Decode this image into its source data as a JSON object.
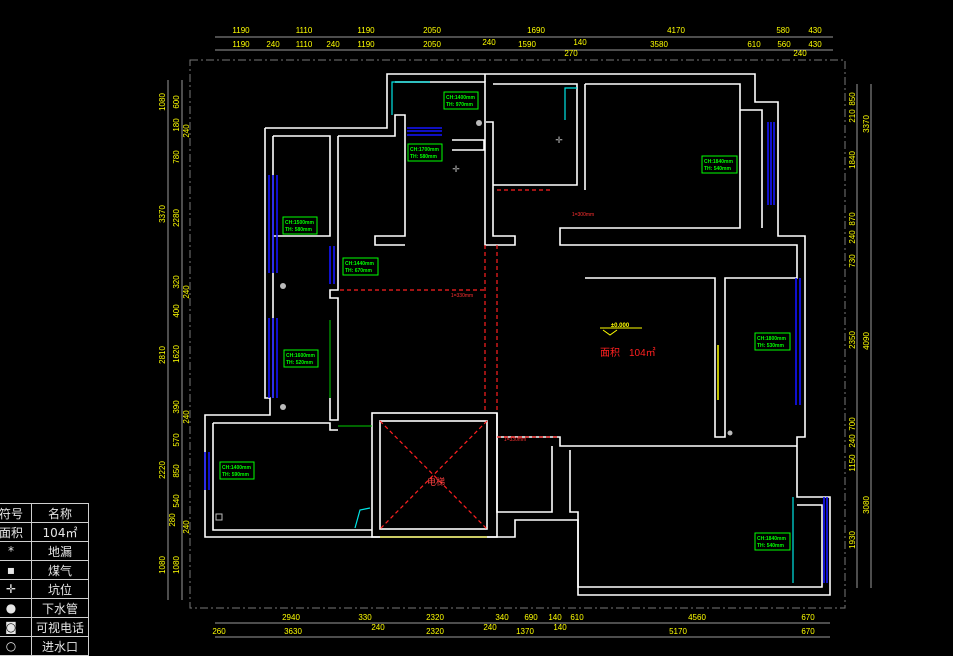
{
  "dims": {
    "top_row1": [
      "1190",
      "1110",
      "1190",
      "2050",
      "1690",
      "4170",
      "580",
      "430"
    ],
    "top_row2": [
      "1190",
      "240",
      "1110",
      "240",
      "1190",
      "2050",
      "240",
      "1590",
      "140",
      "3580",
      "610",
      "560",
      "430"
    ],
    "top_row3": [
      "270",
      "240"
    ],
    "bottom_row1": [
      "2940",
      "330",
      "2320",
      "340",
      "690",
      "140",
      "610",
      "4560",
      "670"
    ],
    "bottom_row2": [
      "260",
      "3630",
      "240",
      "2320",
      "240",
      "1370",
      "140",
      "5170",
      "670"
    ],
    "left_outer": [
      "1080",
      "3370",
      "2810",
      "2220",
      "1080"
    ],
    "left_inner": [
      "600",
      "180",
      "240",
      "780",
      "2280",
      "320",
      "240",
      "400",
      "1620",
      "390",
      "240",
      "570",
      "850",
      "540",
      "280",
      "240",
      "1080"
    ],
    "right_inner": [
      "850",
      "210",
      "1840",
      "870",
      "240",
      "730",
      "2350",
      "700",
      "240",
      "1150",
      "1930"
    ],
    "right_outer": [
      "3370",
      "4090",
      "3080"
    ]
  },
  "plan": {
    "area_label": "面积",
    "area_value": "104㎡",
    "elevator_label": "电梯",
    "level_mark": "±0.000",
    "spans": [
      "1=330mm",
      "1=300mm",
      "1=330mm"
    ]
  },
  "windows": [
    {
      "ch": "CH:1400mm",
      "th": "TH: 970mm"
    },
    {
      "ch": "CH:1700mm",
      "th": "TH: 580mm"
    },
    {
      "ch": "CH:1500mm",
      "th": "TH: 580mm"
    },
    {
      "ch": "CH:1440mm",
      "th": "TH: 670mm"
    },
    {
      "ch": "CH:1600mm",
      "th": "TH: 520mm"
    },
    {
      "ch": "CH:1400mm",
      "th": "TH: 590mm"
    },
    {
      "ch": "CH:1840mm",
      "th": "TH: 540mm"
    },
    {
      "ch": "CH:1800mm",
      "th": "TH: 530mm"
    },
    {
      "ch": "CH:1840mm",
      "th": "TH: 540mm"
    }
  ],
  "legend": {
    "headers": [
      "符号",
      "名称"
    ],
    "rows": [
      {
        "symbol": "面积",
        "name": "104㎡"
      },
      {
        "symbol": "*",
        "name": "地漏"
      },
      {
        "symbol": "▪",
        "name": "煤气"
      },
      {
        "symbol": "✛",
        "name": "坑位"
      },
      {
        "symbol": "●",
        "name": "下水管"
      },
      {
        "symbol": "◙",
        "name": "可视电话"
      },
      {
        "symbol": "○",
        "name": "进水口"
      }
    ]
  },
  "colors": {
    "wall": "#ffffff",
    "window": "#1414ff",
    "dimension": "#ffff00",
    "label": "#00ff00",
    "dashed": "#ff2020",
    "background": "#000000"
  }
}
